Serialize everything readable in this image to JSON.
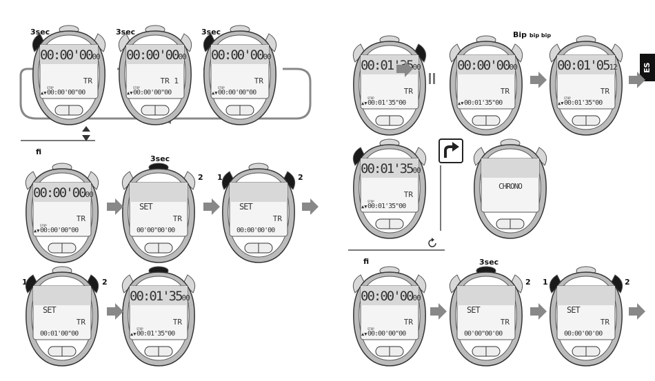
{
  "labels": {
    "three_sec": "3sec",
    "bip": "Bip",
    "bip_small": "bip bip",
    "es": "ES",
    "fi": "fi",
    "btn1": "1",
    "btn2": "2"
  },
  "screens": {
    "zero": {
      "l1a": "00:00'00",
      "l1b": "00",
      "mode": "TR",
      "l3": "00:00'00\"00",
      "stop": "STOP"
    },
    "tr1": {
      "l1a": "00:00'00",
      "l1b": "00",
      "mode": "TR 1",
      "l3": "00:00'00\"00",
      "stop": "STOP"
    },
    "set_mode": {
      "set": "SET",
      "mode": "TR",
      "l3": "00'00\"00'00"
    },
    "set_mode2": {
      "set": "SET",
      "mode": "TR",
      "l3": "00:00'00'00"
    },
    "set_mode3": {
      "set": "SET",
      "mode": "TR",
      "l3": "00:01'00\"00"
    },
    "set_done": {
      "l1a": "00:01'35",
      "l1b": "00",
      "mode": "TR",
      "l3": "00:01'35\"00",
      "stop": "STOP"
    },
    "running": {
      "l1a": "00:00'00",
      "l1b": "00",
      "mode": "TR",
      "l3": "00:01'35\"00"
    },
    "countdown": {
      "l1a": "00:01'05",
      "l1b": "12",
      "mode": "TR",
      "l3": "00:01'35\"00",
      "stop": "STOP"
    },
    "chrono": {
      "text": "CHRONO"
    }
  }
}
